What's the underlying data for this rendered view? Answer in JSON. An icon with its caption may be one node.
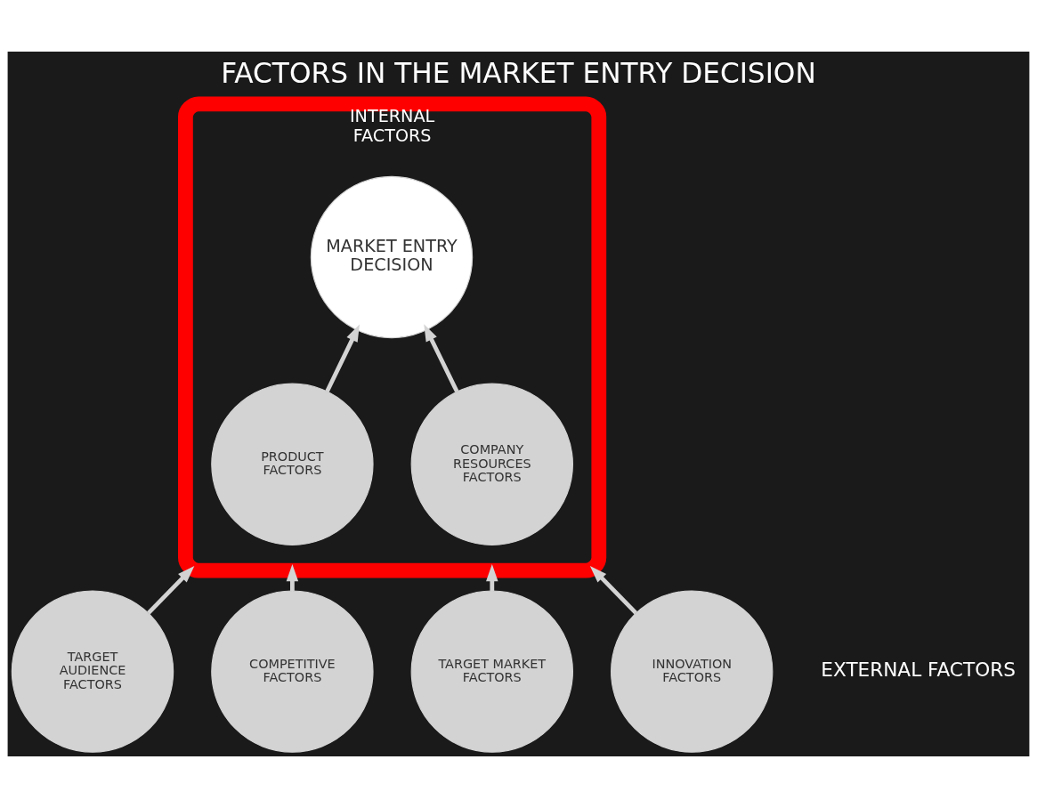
{
  "diagram": {
    "title": "FACTORS IN THE MARKET ENTRY DECISION",
    "nodes": [
      {
        "text": [
          "INTERNAL FACTORS"
        ]
      },
      {
        "text": [
          "MARKET ENTRY DECISION"
        ],
        "in": 0
      },
      {
        "text": [
          "PRODUCT FACTORS"
        ],
        "in": 0
      },
      {
        "text": [
          "COMPANY RESOURCES FACTORS"
        ],
        "in": 0
      },
      {
        "text": [
          "TARGET AUDIENCE FACTORS"
        ]
      },
      {
        "text": [
          "TARGET MARKET FACTORS"
        ]
      },
      {
        "text": [
          "COMPETITIVE FACTORS"
        ]
      },
      {
        "text": [
          "INNOVATION FACTORS"
        ]
      }
    ],
    "edges": [
      {
        "from": 2,
        "to": 1,
        "arrow": "to"
      },
      {
        "from": 3,
        "to": 1,
        "arrow": "to"
      },
      {
        "from": 4,
        "to": 0,
        "arrow": "to"
      },
      {
        "from": 5,
        "to": 0,
        "arrow": "to"
      },
      {
        "from": 6,
        "to": 0,
        "arrow": "to"
      },
      {
        "from": 7,
        "to": 0,
        "arrow": "to"
      }
    ],
    "labels": [
      "EXTERNAL FACTORS"
    ]
  }
}
